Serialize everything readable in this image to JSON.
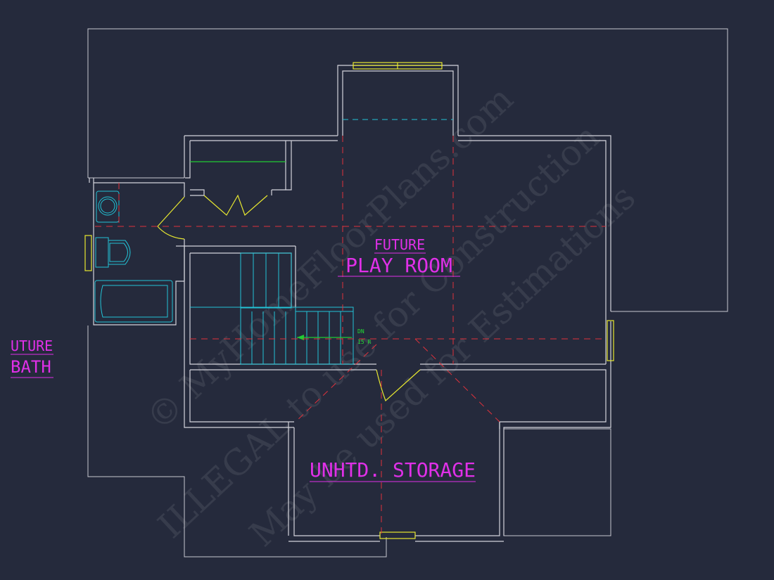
{
  "rooms": {
    "play_room": {
      "line1": "FUTURE",
      "line2": "PLAY ROOM"
    },
    "storage": {
      "label": "UNHTD. STORAGE"
    },
    "bath": {
      "line1": "UTURE",
      "line2": "BATH"
    }
  },
  "stair": {
    "direction": "DN",
    "risers": "15 R"
  },
  "watermark": {
    "line1": "© MyHomeFloorPlans.com",
    "line2": "ILLEGAL to use for Construction",
    "line3": "May be used for Estimations"
  },
  "colors": {
    "background": "#252a3c",
    "walls": "#d4d4dc",
    "fixtures": "#22c3d6",
    "doors_windows": "#e8e830",
    "roof_lines": "#e0323c",
    "labels": "#e030e8"
  }
}
